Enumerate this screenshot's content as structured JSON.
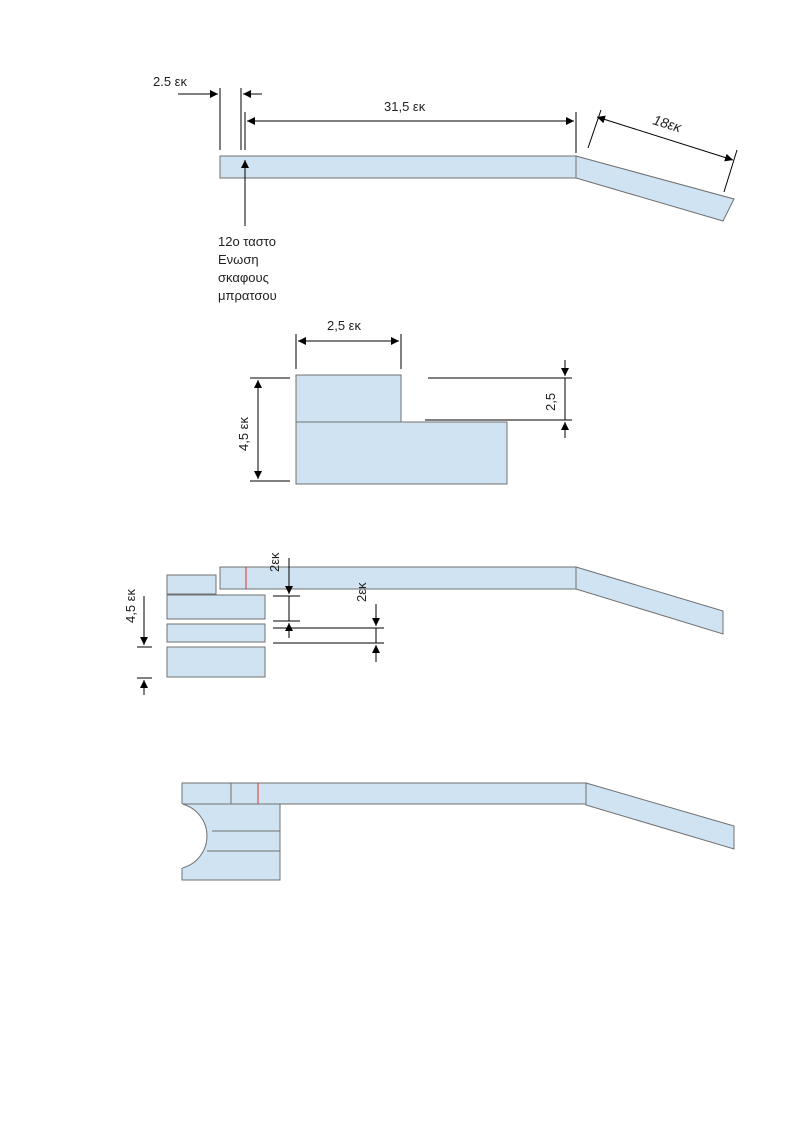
{
  "colors": {
    "part_fill": "#cfe3f2",
    "part_stroke": "#707070",
    "marker": "#e03030"
  },
  "fig1": {
    "dim_nut": "2.5 εκ",
    "dim_neck": "31,5 εκ",
    "dim_head": "18εκ",
    "note_lines": [
      "12ο ταστο",
      "Ενωση",
      "σκαφους",
      "μπρατσου"
    ]
  },
  "fig2": {
    "dim_width": "2,5 εκ",
    "dim_height": "4,5 εκ",
    "dim_step": "2,5"
  },
  "fig3": {
    "dim_stack": "4,5 εκ",
    "dim_a": "2εκ",
    "dim_b": "2εκ"
  }
}
